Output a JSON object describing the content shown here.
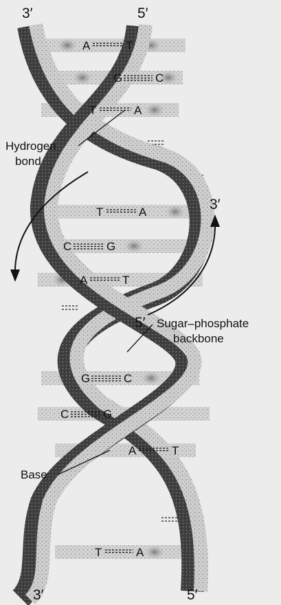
{
  "ends": {
    "top_left": "3′",
    "top_right": "5′",
    "bottom_left": "3′",
    "bottom_right": "5′",
    "mid_upper_right": "3′",
    "mid_right": "5′"
  },
  "labels": {
    "hydrogen_bond": [
      "Hydrogen",
      "bond"
    ],
    "backbone": [
      "Sugar–phosphate",
      "backbone"
    ],
    "base": "Base"
  },
  "base_pairs": [
    {
      "left": "A",
      "right": "T"
    },
    {
      "left": "G",
      "right": "C"
    },
    {
      "left": "T",
      "right": "A"
    },
    {
      "left": "T",
      "right": "A"
    },
    {
      "left": "C",
      "right": "G"
    },
    {
      "left": "A",
      "right": "T"
    },
    {
      "left": "G",
      "right": "C"
    },
    {
      "left": "C",
      "right": "G"
    },
    {
      "left": "A",
      "right": "T"
    },
    {
      "left": "T",
      "right": "A"
    }
  ],
  "colors": {
    "background": "#ececec",
    "strand_light": "#c9c9c9",
    "strand_dark": "#3a3a3a",
    "base_block": "#9a9a9a",
    "ink": "#111111"
  }
}
